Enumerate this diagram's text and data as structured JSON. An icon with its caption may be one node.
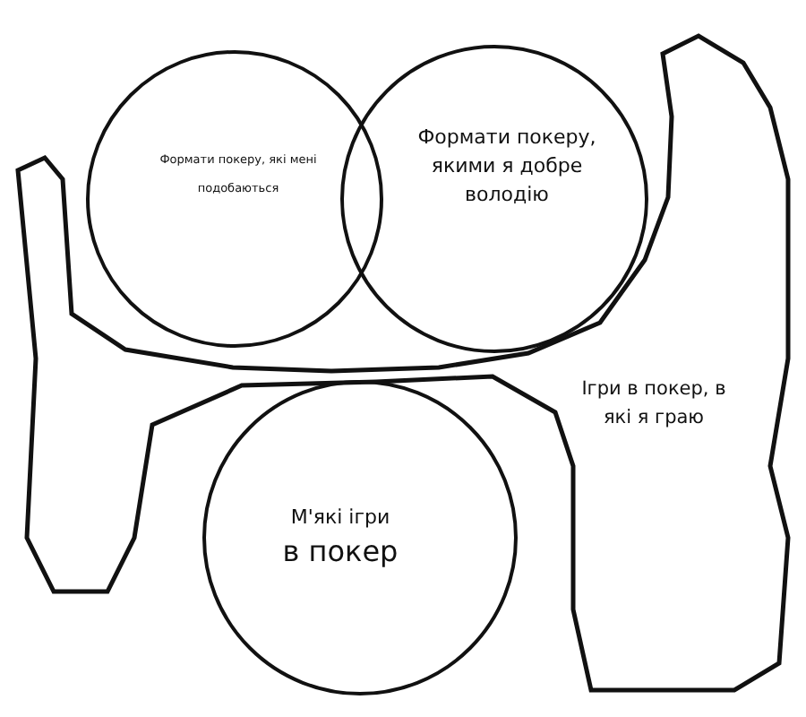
{
  "diagram": {
    "nodes": [
      {
        "text": [
          "Формати покеру, які мені подобаються"
        ]
      },
      {
        "text": [
          "Формати покеру, якими я добре володію"
        ]
      },
      {
        "text": [
          "М'які ігри",
          "в покер"
        ]
      },
      {
        "text": [
          "Ігри в покер, в які я граю"
        ]
      }
    ]
  }
}
